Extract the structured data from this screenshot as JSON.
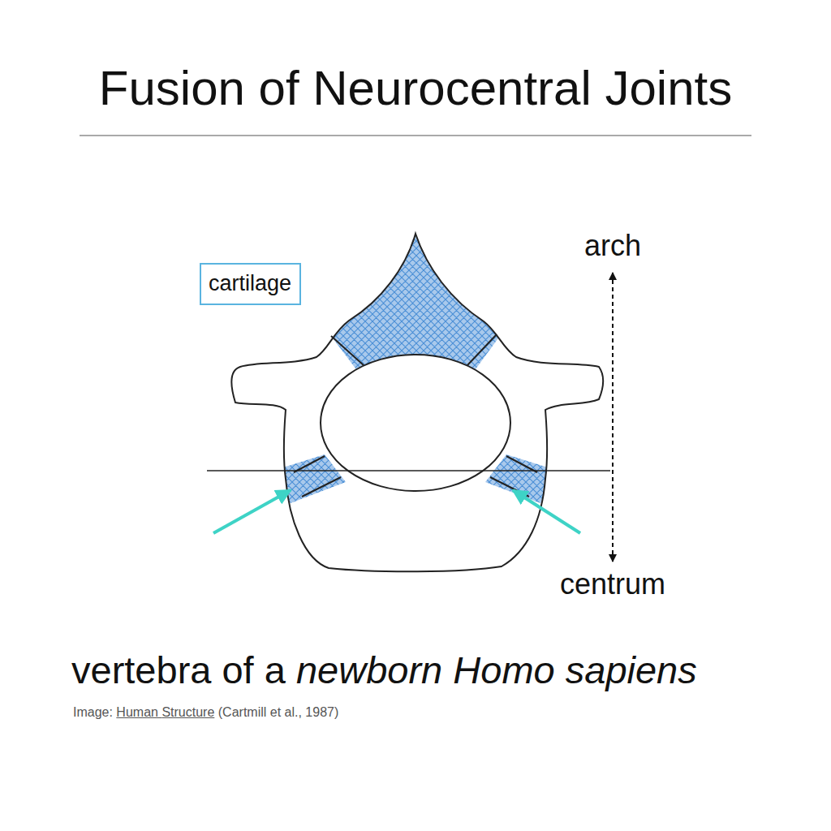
{
  "diagram": {
    "title": "Fusion of Neurocentral Joints",
    "caption": "vertebra of a newborn Homo sapiens",
    "nodes": [
      {
        "text": [
          "cartilage"
        ]
      }
    ],
    "labels": [
      "arch",
      "centrum",
      "Image: Human Structure (Cartmill et al., 1987)"
    ]
  }
}
